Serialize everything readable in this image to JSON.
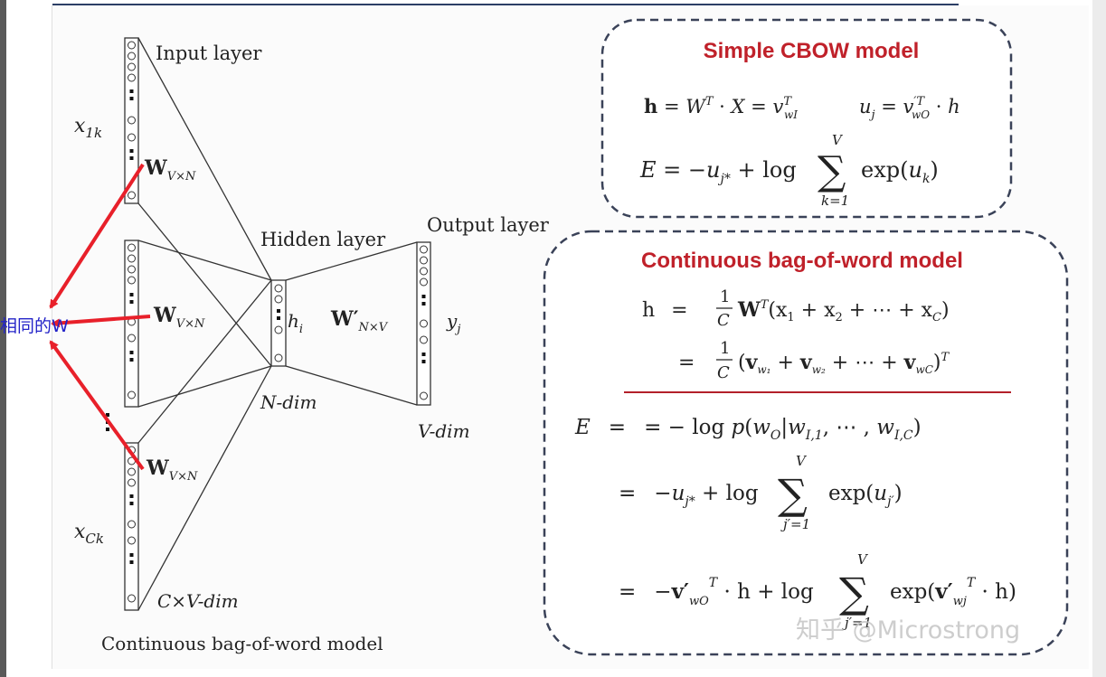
{
  "diagram": {
    "input_layer_label": "Input layer",
    "hidden_layer_label": "Hidden layer",
    "output_layer_label": "Output layer",
    "x1k_label": "x",
    "x1k_sub": "1k",
    "xck_label": "x",
    "xck_sub": "Ck",
    "w1_label": "W",
    "w1_sub": "V×N",
    "w2_label": "W",
    "w2_sub": "V×N",
    "w3_label": "W",
    "w3_sub": "V×N",
    "hi_label": "h",
    "hi_sub": "i",
    "wprime_label": "W′",
    "wprime_sub": "N×V",
    "yj_label": "y",
    "yj_sub": "j",
    "ndim_label": "N-dim",
    "vdim_label": "V-dim",
    "cvdim_label": "C×V-dim",
    "caption": "Continuous bag-of-word model",
    "annotation": "相同的W",
    "arrow_color": "#e8202a",
    "annotation_color": "#2323c8"
  },
  "cbow_box": {
    "title": "Simple CBOW model",
    "eq1": "h = Wᵀ · X = vᵀ_wI",
    "eq2": "u_j = v′ᵀ_wO · h",
    "eq3": "E = −u_j* + log Σ_{k=1}^{V} exp(u_k)"
  },
  "cont_box": {
    "title": "Continuous bag-of-word model",
    "h1": "h = (1/C) Wᵀ(x₁ + x₂ + ⋯ + x_C)",
    "h2": "= (1/C)(v_w1 + v_w2 + ⋯ + v_wC)ᵀ",
    "e1": "E = −log p(w_O | w_I,1, ⋯, w_I,C)",
    "e2": "= −u_j* + log Σ_{j′=1}^{V} exp(u_j′)",
    "e3": "= −v′_wO ᵀ · h + log Σ_{j′=1}^{V} exp(v′_wj ᵀ · h)"
  },
  "watermark": "知乎 @Microstrong"
}
